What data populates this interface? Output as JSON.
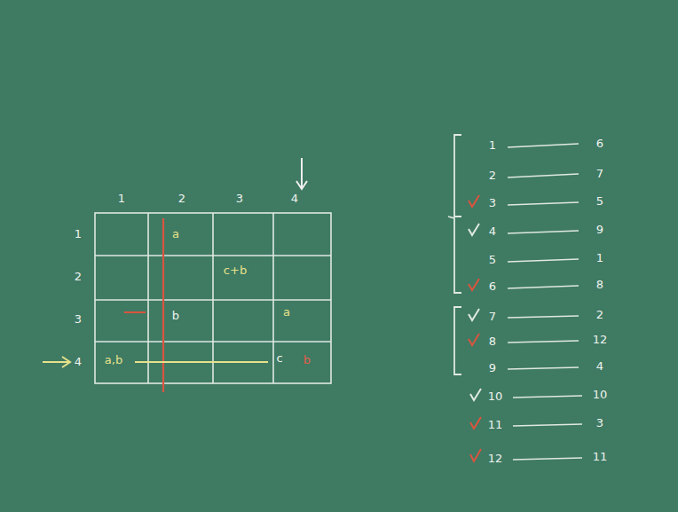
{
  "diagram": {
    "labels": [
      "1",
      "2",
      "3",
      "4",
      "1",
      "2",
      "3",
      "4",
      "a",
      "c+b",
      "b",
      "a",
      "a,b",
      "c",
      "b",
      "1",
      "2",
      "3",
      "4",
      "5",
      "6",
      "7",
      "8",
      "9",
      "10",
      "11",
      "12",
      "6",
      "7",
      "5",
      "9",
      "1",
      "8",
      "2",
      "12",
      "4",
      "10",
      "3",
      "11"
    ]
  }
}
